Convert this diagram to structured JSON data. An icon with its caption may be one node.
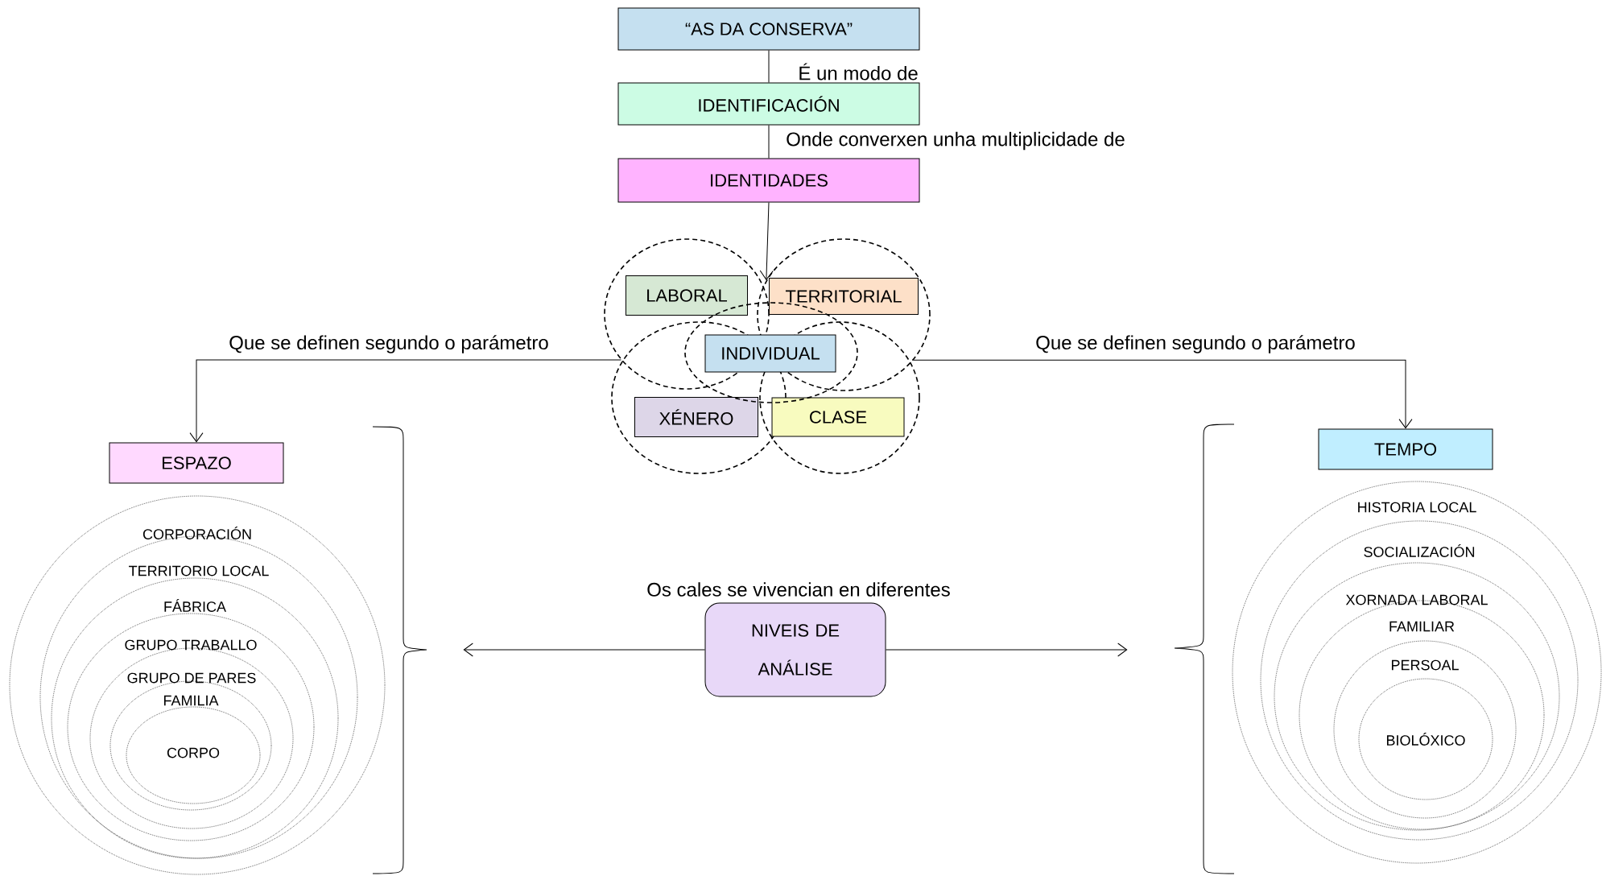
{
  "diagram": {
    "nodes": [
      {
        "text": [
          "“AS DA CONSERVA”"
        ]
      },
      {
        "text": [
          "IDENTIFICACIÓN"
        ]
      },
      {
        "text": [
          "IDENTIDADES"
        ]
      },
      {
        "text": [],
        "shape": "circle"
      },
      {
        "text": [],
        "shape": "circle"
      },
      {
        "text": [],
        "shape": "circle"
      },
      {
        "text": [],
        "shape": "circle"
      },
      {
        "text": [],
        "shape": "circle"
      },
      {
        "text": [
          "LABORAL"
        ],
        "in": 3
      },
      {
        "text": [
          "TERRITORIAL"
        ],
        "in": 4
      },
      {
        "text": [
          "INDIVIDUAL"
        ],
        "in": 5
      },
      {
        "text": [
          "XÉNERO"
        ],
        "in": 6
      },
      {
        "text": [
          "CLASE"
        ],
        "in": 7
      },
      {
        "text": [
          "ESPAZO"
        ]
      },
      {
        "text": [
          "TEMPO"
        ]
      },
      {
        "text": [
          "NIVEIS DE ANÁLISE"
        ],
        "beside": [
          "Os cales se vivencian en diferentes"
        ]
      },
      {
        "text": [
          "CORPORACIÓN"
        ]
      },
      {
        "text": [
          "TERRITORIO LOCAL"
        ],
        "in": 16
      },
      {
        "text": [
          "FÁBRICA"
        ],
        "in": 17
      },
      {
        "text": [
          "GRUPO TRABALLO"
        ],
        "in": 18
      },
      {
        "text": [
          "GRUPO DE PARES"
        ],
        "in": 19
      },
      {
        "text": [
          "FAMILIA"
        ],
        "in": 20
      },
      {
        "text": [
          "CORPO"
        ],
        "in": 21
      },
      {
        "text": [
          "HISTORIA LOCAL"
        ]
      },
      {
        "text": [
          "SOCIALIZACIÓN"
        ],
        "in": 23
      },
      {
        "text": [
          "XORNADA LABORAL"
        ],
        "in": 24
      },
      {
        "text": [
          "FAMILIAR"
        ],
        "in": 25
      },
      {
        "text": [
          "PERSOAL"
        ],
        "in": 26
      },
      {
        "text": [
          "BIOLÓXICO"
        ],
        "in": 27
      }
    ],
    "edges": [
      {
        "from": 0,
        "to": 1,
        "arrow": "none",
        "label": "É un modo de"
      },
      {
        "from": 1,
        "to": 2,
        "arrow": "none",
        "label": "Onde converxen unha multiplicidade de"
      },
      {
        "from": 2,
        "to": 4,
        "arrow": "to"
      },
      {
        "from": 3,
        "to": 13,
        "arrow": "to",
        "label": "Que se definen segundo o parámetro"
      },
      {
        "from": 4,
        "to": 14,
        "arrow": "to",
        "label": "Que se definen segundo o parámetro"
      },
      {
        "from": 15,
        "to": null,
        "arrow": "to"
      },
      {
        "from": 15,
        "to": null,
        "arrow": "to"
      }
    ]
  }
}
